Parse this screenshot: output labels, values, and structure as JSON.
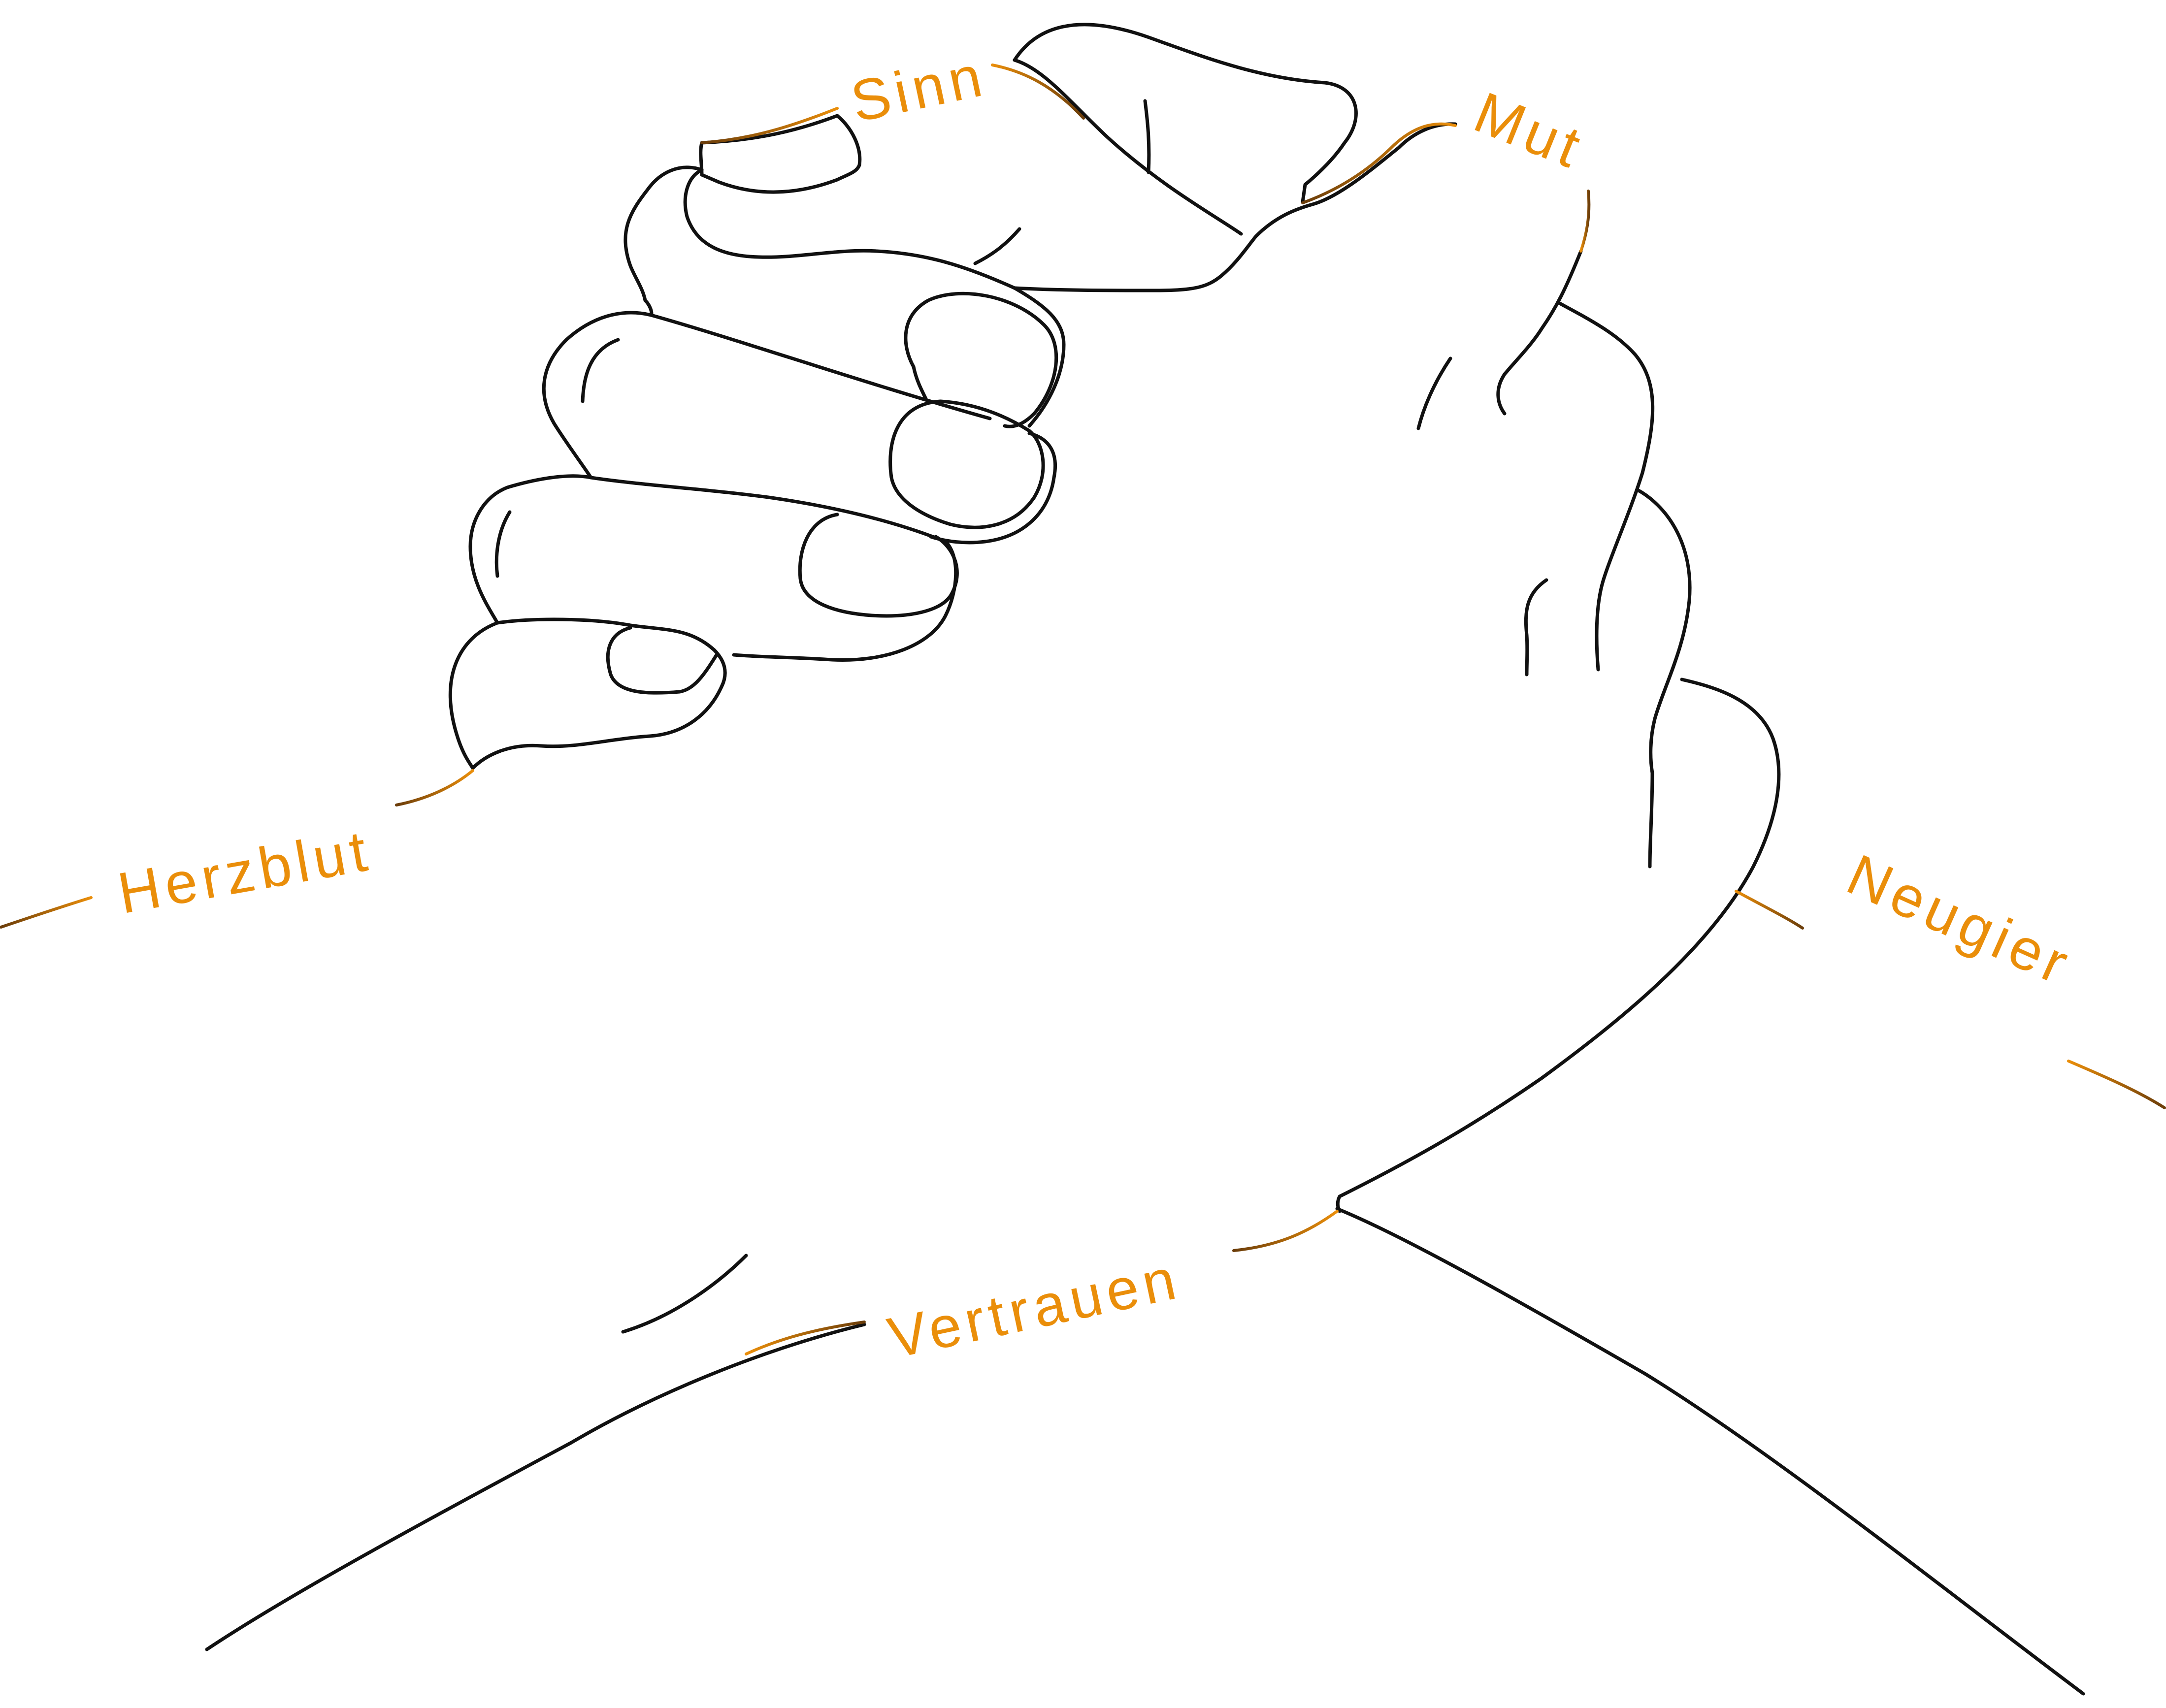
{
  "illustration": {
    "accent_color": "#ea8e0a",
    "connector_dark_color": "#6b3d0a",
    "line_color": "#111111",
    "labels": {
      "sinn": "Sinn",
      "mut": "Mut",
      "herzblut": "Herzblut",
      "neugier": "Neugier",
      "vertrauen": "Vertrauen"
    }
  }
}
